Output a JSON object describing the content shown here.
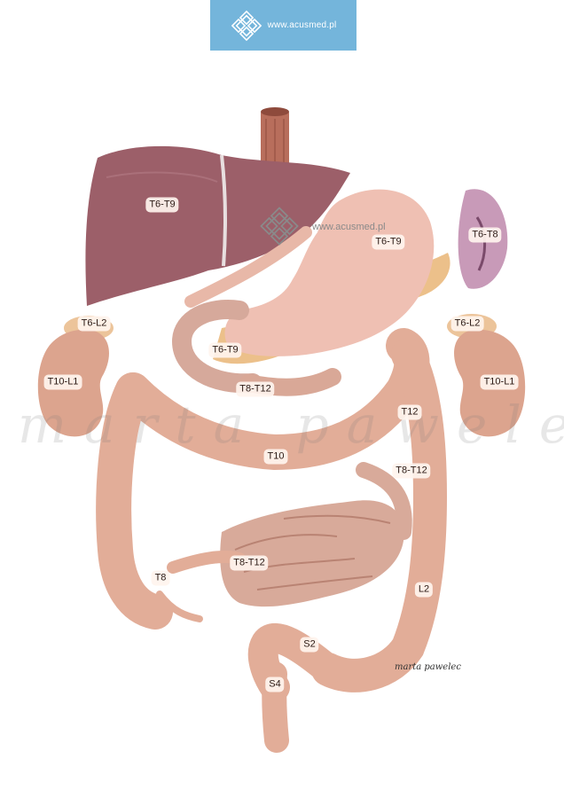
{
  "header": {
    "url": "www.acusmed.pl"
  },
  "watermark": {
    "url": "www.acusmed.pl",
    "script": "marta pawelec"
  },
  "signature": "marta pawelec",
  "labels": {
    "liver": "T6-T9",
    "stomach": "T6-T9",
    "spleen": "T6-T8",
    "adrenal_left": "T6-L2",
    "adrenal_right": "T6-L2",
    "kidney_left": "T10-L1",
    "kidney_right": "T10-L1",
    "pancreas": "T6-T9",
    "duodenum": "T8-T12",
    "transverse_colon_flexure": "T12",
    "transverse_colon": "T10",
    "small_intestine_upper": "T8-T12",
    "appendix": "T8",
    "ileum": "T8-T12",
    "descending_colon": "L2",
    "sigmoid_colon": "S2",
    "rectum": "S4"
  },
  "colors": {
    "header_bg": "#74b5db",
    "liver": "#9c5f69",
    "stomach": "#efc0b3",
    "spleen": "#c89ab8",
    "kidney": "#dca48e",
    "intestine": "#e2ad98",
    "adrenal": "#ecc49a",
    "esophagus": "#b86e5c"
  }
}
